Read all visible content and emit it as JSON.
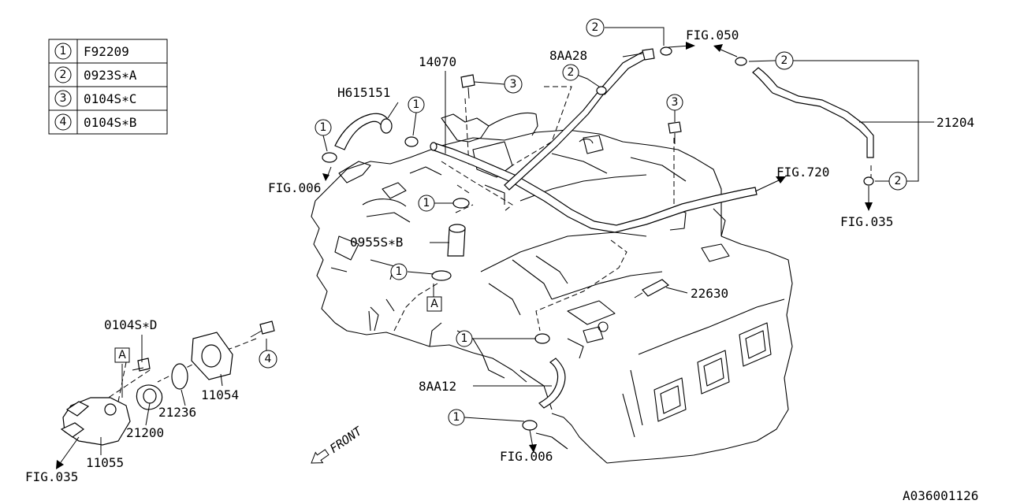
{
  "legend": [
    {
      "num": "1",
      "code": "F92209"
    },
    {
      "num": "2",
      "code": "0923S∗A"
    },
    {
      "num": "3",
      "code": "0104S∗C"
    },
    {
      "num": "4",
      "code": "0104S∗B"
    }
  ],
  "callouts": {
    "fig050": "FIG.050",
    "fig006_top": "FIG.006",
    "fig720": "FIG.720",
    "fig035_right": "FIG.035",
    "fig006_bottom": "FIG.006",
    "fig035_left": "FIG.035",
    "p14070": "14070",
    "p8aa28": "8AA28",
    "ph615151": "H615151",
    "p21204": "21204",
    "p0955sb": "0955S∗B",
    "p22630": "22630",
    "p8aa12": "8AA12",
    "p0104sd": "0104S∗D",
    "p11054": "11054",
    "p21236": "21236",
    "p21200": "21200",
    "p11055": "11055",
    "ref_a_upper": "A",
    "ref_a_lower": "A",
    "front": "FRONT",
    "diagram_id": "A036001126"
  },
  "markers": {
    "one": "1",
    "two": "2",
    "three": "3",
    "four": "4"
  }
}
